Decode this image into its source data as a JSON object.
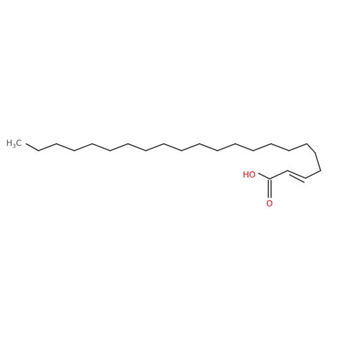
{
  "molecule": {
    "atoms": {
      "methyl": {
        "element": "H",
        "subscript": "3",
        "suffix": "C",
        "color": "#4d4d4d"
      },
      "hydroxyl": {
        "text": "HO",
        "color": "#ff0000"
      },
      "carbonyl_oxygen": {
        "text": "O",
        "color": "#ff0000"
      }
    },
    "bond_color": "#333333"
  }
}
